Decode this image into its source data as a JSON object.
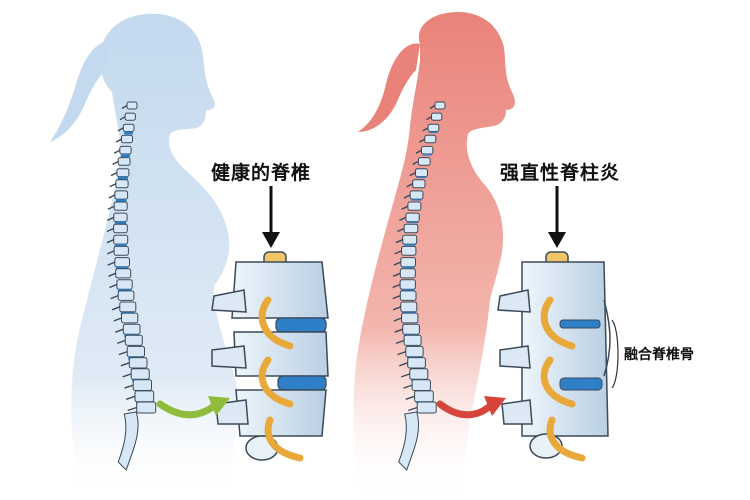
{
  "panels": [
    {
      "label": "健康的脊椎",
      "silhouette_color": "#c9dff0",
      "condition": "healthy"
    },
    {
      "label": "强直性脊柱炎",
      "silhouette_color": "#ec8c84",
      "condition": "ankylosing",
      "annotation": "融合脊椎骨"
    }
  ],
  "colors": {
    "bone": "#d7e7f5",
    "bone_outline": "#3b4a5a",
    "disc": "#2e7fc8",
    "nerve": "#e8a93a",
    "arrow_healthy": "#8fbc3a",
    "arrow_diseased": "#d6443b"
  }
}
